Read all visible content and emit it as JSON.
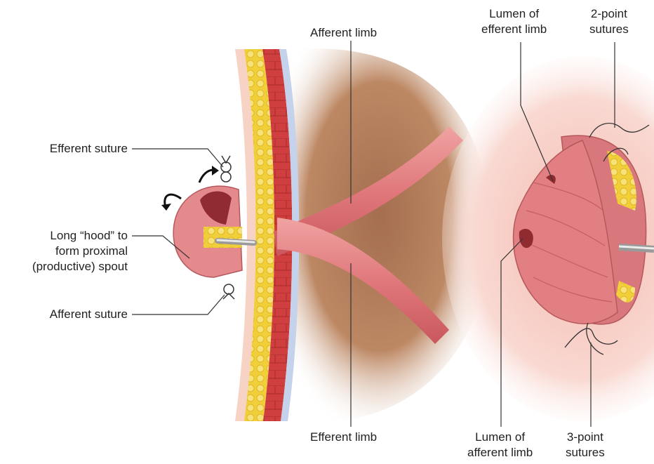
{
  "labels": {
    "efferent_suture": "Efferent suture",
    "hood_line1": "Long “hood” to",
    "hood_line2": "form proximal",
    "hood_line3": "(productive) spout",
    "afferent_suture": "Afferent suture",
    "afferent_limb": "Afferent limb",
    "efferent_limb": "Efferent limb",
    "lumen_efferent_line1": "Lumen of",
    "lumen_efferent_line2": "efferent limb",
    "two_point_line1": "2-point",
    "two_point_line2": "sutures",
    "lumen_afferent_line1": "Lumen of",
    "lumen_afferent_line2": "afferent limb",
    "three_point_line1": "3-point",
    "three_point_line2": "sutures"
  },
  "colors": {
    "skin": "#f3c9b8",
    "fat": "#f2d64a",
    "muscle": "#c83a3a",
    "fascia": "#c7d3ea",
    "bowel": "#e07d80",
    "bowel_dark": "#c85a60",
    "peritoneum": "#a8704a",
    "suture": "#333333"
  }
}
